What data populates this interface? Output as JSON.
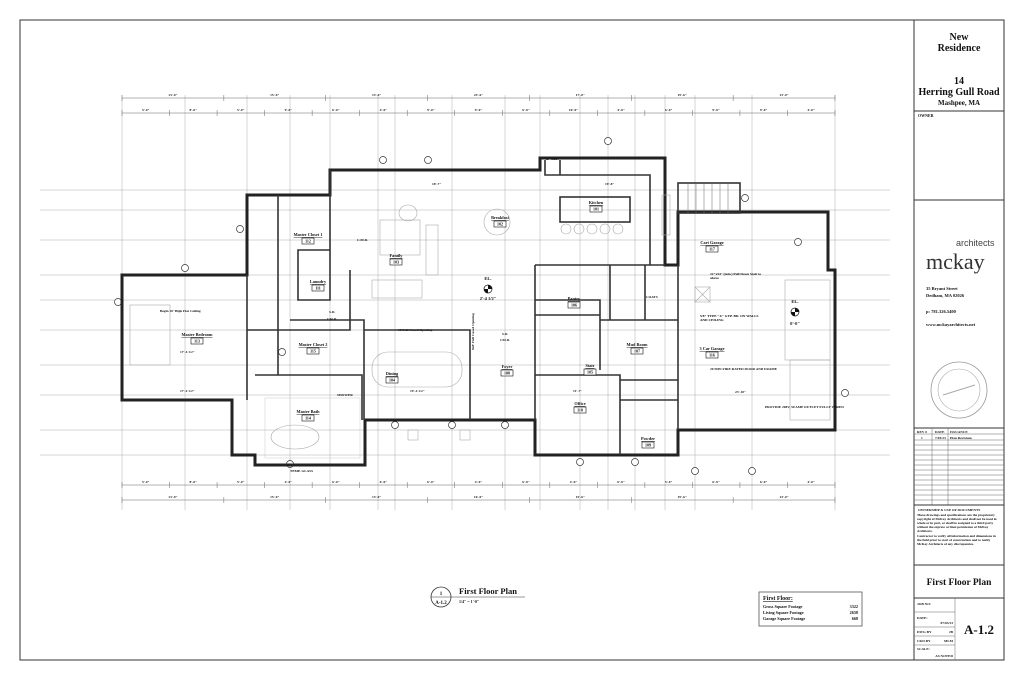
{
  "title_block": {
    "project_line1": "New",
    "project_line2": "Residence",
    "address_number": "14",
    "address_street": "Herring Gull Road",
    "address_city": "Mashpee, MA",
    "owner_label": "OWNER",
    "architect_logo_main": "mckay",
    "architect_logo_sub": "architects",
    "architect_address1": "35 Bryant Street",
    "architect_address2": "Dedham, MA 02026",
    "architect_phone": "p: 781.326.5400",
    "architect_web": "www.mckayarchitects.net",
    "revisions_headers": [
      "REV #",
      "DATE",
      "ISSUANCE"
    ],
    "revisions_rows": [
      [
        "1",
        "7/03/23",
        "Plan Revisions"
      ]
    ],
    "ownership_title": "OWNERSHIP & USE OF DOCUMENTS",
    "ownership_text1": "These drawings and specifications are the proprietary copyright of McKay Architects and shall not be used in whole or in part, or shall be assigned to a third party without the express written permission of McKay Architects.",
    "ownership_text2": "Contractor to verify all information and dimensions in the field prior to start of construction and to notify McKay Architects of any discrepancies.",
    "sheet_title": "First Floor Plan",
    "job_no_label": "JOB NO:",
    "date_label": "DATE:",
    "date_value": "07/03/23",
    "drawn_by_label": "DWG BY",
    "drawn_by_value": "JB",
    "checked_by_label": "CKD BY",
    "checked_by_value": "MLM",
    "scale_label": "SCALE:",
    "scale_value": "AS NOTED",
    "sheet_number": "A-1.2"
  },
  "drawing": {
    "callout_number": "1",
    "callout_sheet": "A-1.2",
    "title": "First Floor Plan",
    "scale": "1/4\" = 1'-0\"",
    "area_table": {
      "heading": "First Floor:",
      "rows": [
        {
          "label": "Gross Square Footage",
          "value": "3322"
        },
        {
          "label": "Living Square Footage",
          "value": "2658"
        },
        {
          "label": "Garage Square Footage",
          "value": "668"
        }
      ]
    }
  },
  "rooms": [
    {
      "name": "Master Bedroom",
      "number": "113"
    },
    {
      "name": "Master Closet 1",
      "number": "112"
    },
    {
      "name": "Laundry",
      "number": "111"
    },
    {
      "name": "Family",
      "number": "103"
    },
    {
      "name": "Breakfast",
      "number": "102"
    },
    {
      "name": "Kitchen",
      "number": "101"
    },
    {
      "name": "Cart Garage",
      "number": "117"
    },
    {
      "name": "Pantry",
      "number": "106"
    },
    {
      "name": "Master Closet 2",
      "number": "115"
    },
    {
      "name": "Master Bath",
      "number": "114"
    },
    {
      "name": "Dining",
      "number": "104"
    },
    {
      "name": "Foyer",
      "number": "100"
    },
    {
      "name": "Stair",
      "number": "105"
    },
    {
      "name": "Mud Room",
      "number": "107"
    },
    {
      "name": "3 Car Garage",
      "number": "116"
    },
    {
      "name": "Office",
      "number": "110"
    },
    {
      "name": "Powder",
      "number": "109"
    }
  ],
  "notes": {
    "ceiling": "Begin 10' High Flat Ceiling",
    "cased_opening": "10'Full Cased Opening",
    "cased_opening2": "8x8' Full Cased Opening",
    "elevation_main_label": "EL.",
    "elevation_main": "2'-4 1/2\"",
    "elevation_garage_label": "EL.",
    "elevation_garage": "0'-0\"",
    "smoke1": "S.D.",
    "cmd1": "CM.D.",
    "smoke2": "S.D.",
    "cmd2": "CM.D.",
    "cmd_family": "C.M.D.",
    "coat": "COATS",
    "refrigerator": "42\" REF.",
    "pull_stair": "22\"x54\" (min.) Pull Down Stair to above",
    "gyp_note": "5/8\" TYPE \"X\" GYP. BD. ON WALLS AND CEILING",
    "fire_door": "20 MIN FIRE RATED DOOR AND FRAME",
    "ev_note": "PROVIDE 208V, 50 AMP OUTLET FULLY WIRED",
    "shower_glass": "TEMP. GLASS",
    "shower": "SHOWER",
    "dim_kitchen": "19'-8\"",
    "dim_family": "18'-7\"",
    "dim_bedroom1": "17'-4 1/2\"",
    "dim_bedroom2": "17'-4 1/2\"",
    "dim_dining": "19'-4 1/2\"",
    "dim_office": "11'-7\"",
    "dim_garage": "23'-10\""
  },
  "dimensions": {
    "top_overall": [
      "13'-0\"",
      "15'-0\"",
      "13'-0\"",
      "23'-6\"",
      "17'-0\"",
      "19'-6\"",
      "13'-0\""
    ],
    "top_detail": [
      "5'-0\"",
      "8'-0\"",
      "5'-0\"",
      "9'-0\"",
      "6'-0\"",
      "4'-0\"",
      "9'-0\"",
      "9'-0\"",
      "6'-0\"",
      "10'-0\"",
      "4'-0\"",
      "6'-0\"",
      "9'-0\"",
      "9'-0\"",
      "4'-0\""
    ],
    "bottom_detail": [
      "5'-0\"",
      "8'-0\"",
      "5'-0\"",
      "4'-0\"",
      "6'-0\"",
      "6'-0\"",
      "6'-0\"",
      "4'-0\"",
      "6'-0\"",
      "4'-0\"",
      "6'-0\"",
      "5'-0\"",
      "6'-0\"",
      "6'-0\"",
      "4'-0\""
    ],
    "bottom_overall": [
      "13'-0\"",
      "15'-0\"",
      "13'-0\"",
      "16'-0\"",
      "15'-6\"",
      "19'-6\"",
      "13'-0\""
    ]
  },
  "colors": {
    "line": "#222222",
    "paper": "#ffffff"
  }
}
